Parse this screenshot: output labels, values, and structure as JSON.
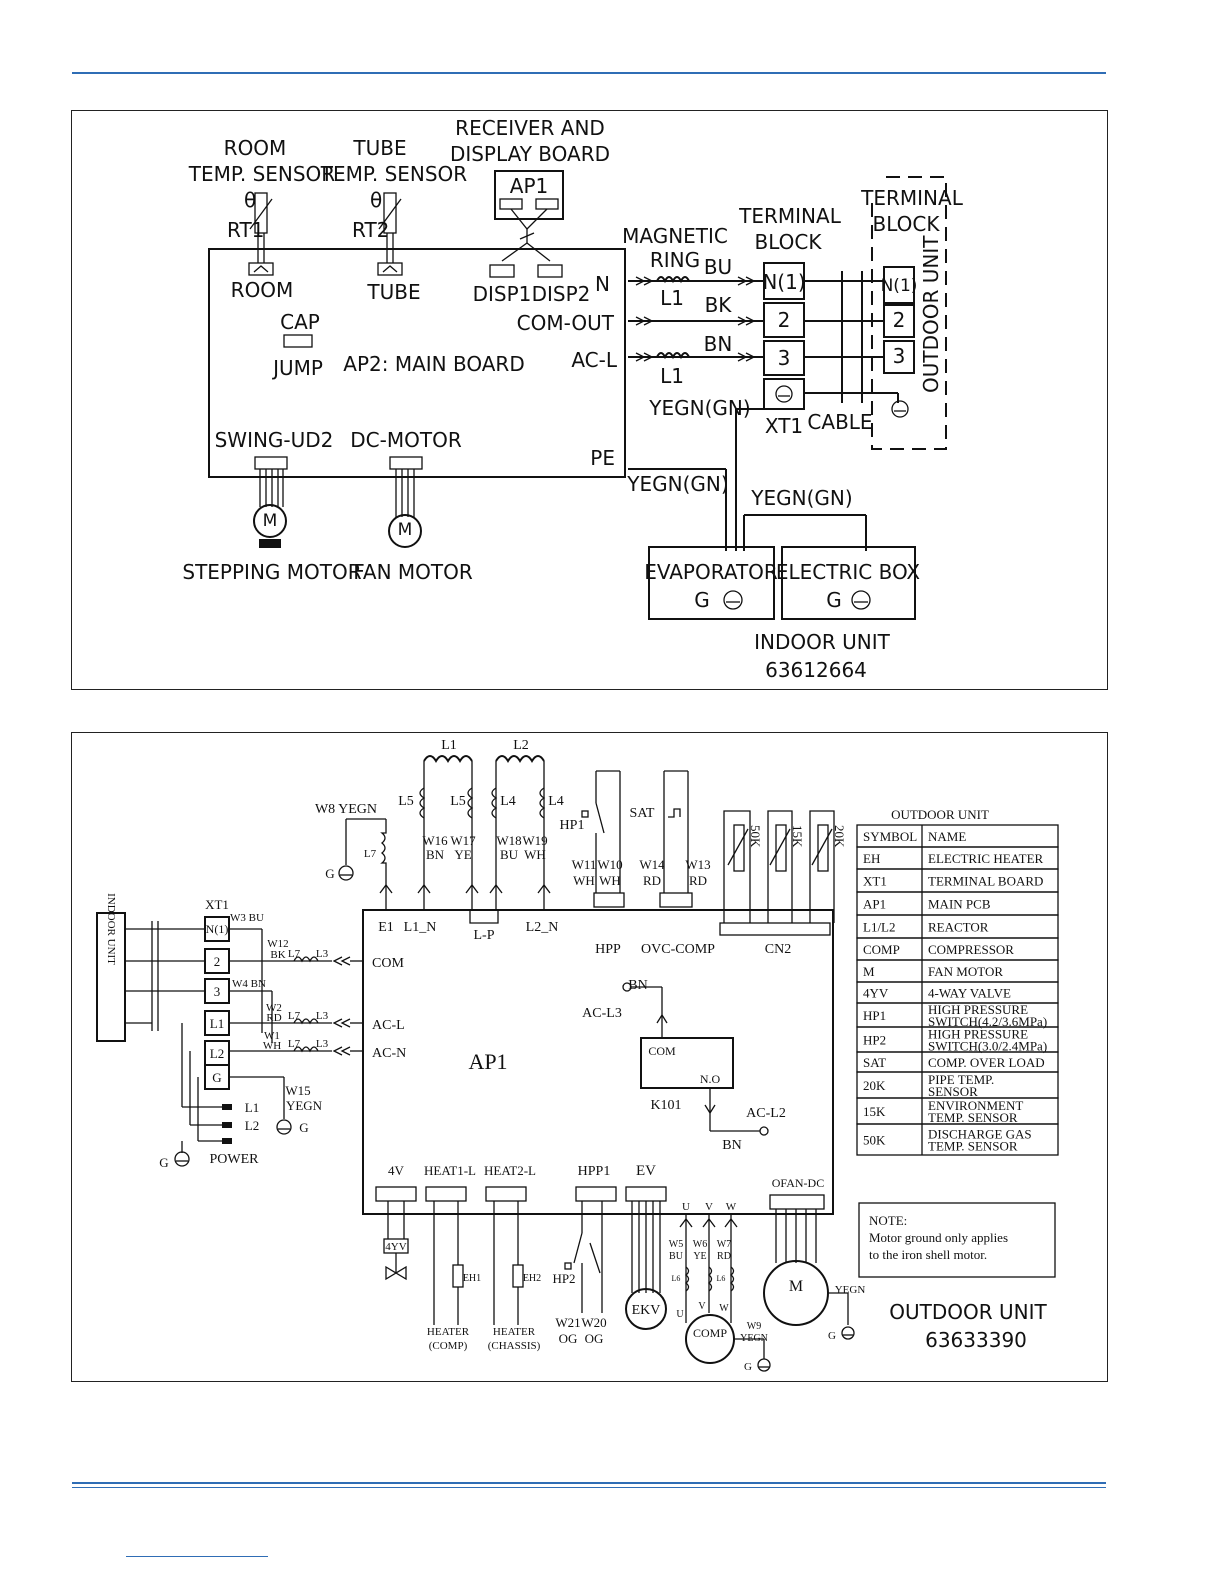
{
  "indoor": {
    "room_sensor": "ROOM\nTEMP. SENSOR",
    "room_sensor_l1": "ROOM",
    "room_sensor_l2": "TEMP. SENSOR",
    "tube_sensor_l1": "TUBE",
    "tube_sensor_l2": "TEMP. SENSOR",
    "receiver_l1": "RECEIVER AND",
    "receiver_l2": "DISPLAY BOARD",
    "ap1": "AP1",
    "rt1": "RT1",
    "rt2": "RT2",
    "theta": "θ",
    "room": "ROOM",
    "tube": "TUBE",
    "disp1": "DISP1",
    "disp2": "DISP2",
    "cap": "CAP",
    "jump": "JUMP",
    "main_board": "AP2: MAIN BOARD",
    "n": "N",
    "com_out": "COM-OUT",
    "ac_l": "AC-L",
    "pe": "PE",
    "swing": "SWING-UD2",
    "dc_motor": "DC-MOTOR",
    "stepping_motor": "STEPPING MOTOR",
    "fan_motor": "FAN MOTOR",
    "magnetic_l1": "MAGNETIC",
    "magnetic_l2": "RING",
    "l1": "L1",
    "bu": "BU",
    "bk": "BK",
    "bn": "BN",
    "yegn": "YEGN(GN)",
    "terminal_block_l1": "TERMINAL",
    "terminal_block_l2": "BLOCK",
    "term_n": "N(1)",
    "term_2": "2",
    "term_3": "3",
    "xt1": "XT1",
    "cable": "CABLE",
    "terminal_block2_l1": "TERMINAL",
    "terminal_block2_l2": "BLOCK",
    "outdoor_unit_vert": "OUTDOOR UNIT",
    "evaporator": "EVAPORATOR",
    "electric_box": "ELECTRIC BOX",
    "g": "G",
    "indoor_unit": "INDOOR UNIT",
    "indoor_code": "63612664",
    "m": "M"
  },
  "outdoor": {
    "l1": "L1",
    "l2": "L2",
    "l5": "L5",
    "l4": "L4",
    "w8": "W8 YEGN",
    "l7": "L7",
    "g": "G",
    "w16": "W16",
    "w17": "W17",
    "w18": "W18",
    "w19": "W19",
    "bn": "BN",
    "ye": "YE",
    "bu": "BU",
    "wh": "WH",
    "hp1": "HP1",
    "sat": "SAT",
    "w11": "W11",
    "w10": "W10",
    "w14": "W14",
    "w13": "W13",
    "rd": "RD",
    "r50k": "50K",
    "r15k": "15K",
    "r20k": "20K",
    "e1": "E1",
    "l1_n": "L1_N",
    "l_p": "L-P",
    "l2_n": "L2_N",
    "hpp": "HPP",
    "ovc": "OVC-COMP",
    "cn2": "CN2",
    "xt1": "XT1",
    "indoor_unit_vert": "INDOOR UNIT",
    "t_n1": "N(1)",
    "t_2": "2",
    "t_3": "3",
    "t_l1": "L1",
    "t_l2": "L2",
    "t_g": "G",
    "w3": "W3 BU",
    "w12": "W12",
    "bk": "BK",
    "l3": "L3",
    "w4": "W4 BN",
    "w2": "W2",
    "w1": "W1",
    "com": "COM",
    "ac_l": "AC-L",
    "ac_n": "AC-N",
    "ap1": "AP1",
    "ac_l3": "AC-L3",
    "k_com": "COM",
    "k_no": "N.O",
    "k101": "K101",
    "ac_l2": "AC-L2",
    "w15": "W15",
    "yegn": "YEGN",
    "pl1": "L1",
    "pl2": "L2",
    "power": "POWER",
    "c4v": "4V",
    "heat1": "HEAT1-L",
    "heat2": "HEAT2-L",
    "hpp1": "HPP1",
    "ev": "EV",
    "ofan": "OFAN-DC",
    "yv": "4YV",
    "eh1": "EH1",
    "eh2": "EH2",
    "heater": "HEATER",
    "comp_p": "(COMP)",
    "chassis_p": "(CHASSIS)",
    "hp2": "HP2",
    "w21": "W21",
    "w20": "W20",
    "og": "OG",
    "ekv": "EKV",
    "u": "U",
    "v": "V",
    "w": "W",
    "w5": "W5",
    "w6": "W6",
    "w7": "W7",
    "l6": "L6",
    "comp": "COMP",
    "w9": "W9",
    "m": "M",
    "note_title": "NOTE:",
    "note_l1": "Motor ground only applies",
    "note_l2": "to the iron shell motor.",
    "outdoor_unit": "OUTDOOR UNIT",
    "outdoor_code": "63633390"
  },
  "legend": {
    "title": "OUTDOOR UNIT",
    "headers": [
      "SYMBOL",
      "NAME"
    ],
    "rows": [
      [
        "EH",
        "ELECTRIC HEATER",
        ""
      ],
      [
        "XT1",
        "TERMINAL BOARD",
        ""
      ],
      [
        "AP1",
        "MAIN PCB",
        ""
      ],
      [
        "L1/L2",
        "REACTOR",
        ""
      ],
      [
        "COMP",
        "COMPRESSOR",
        ""
      ],
      [
        "M",
        "FAN MOTOR",
        ""
      ],
      [
        "4YV",
        "4-WAY VALVE",
        ""
      ],
      [
        "HP1",
        "HIGH PRESSURE",
        "SWITCH(4.2/3.6MPa)"
      ],
      [
        "HP2",
        "HIGH PRESSURE",
        "SWITCH(3.0/2.4MPa)"
      ],
      [
        "SAT",
        "COMP. OVER LOAD",
        ""
      ],
      [
        "20K",
        "PIPE TEMP.",
        "SENSOR"
      ],
      [
        "15K",
        "ENVIRONMENT",
        "TEMP. SENSOR"
      ],
      [
        "50K",
        "DISCHARGE GAS",
        "TEMP. SENSOR"
      ]
    ]
  }
}
